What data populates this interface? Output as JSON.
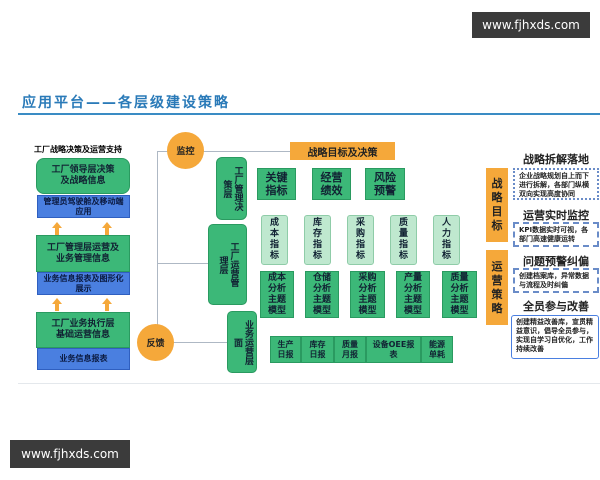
{
  "watermark_top": "www.fjhxds.com",
  "watermark_bottom": "www.fjhxds.com",
  "title": "应用平台——各层级建设策略",
  "left": {
    "header": "工厂战略决策及运营支持",
    "boxes": [
      {
        "green": "工厂领导层决策及战略信息",
        "blue": "管理员驾驶舱及移动端应用"
      },
      {
        "green": "工厂管理层运营及业务管理信息",
        "blue": "业务信息报表及图形化展示"
      },
      {
        "green": "工厂业务执行层基础运营信息",
        "blue": "业务信息报表"
      }
    ]
  },
  "circles": {
    "monitor": "监控",
    "feedback": "反馈"
  },
  "center": {
    "header": "战略目标及决策",
    "layers": [
      "工厂管理决策层",
      "工厂运营管理层",
      "业务运营层面"
    ],
    "top_boxes": [
      "关键指标",
      "经营绩效",
      "风险预警"
    ],
    "indicators": [
      "成本指标",
      "库存指标",
      "采购指标",
      "质量指标",
      "人力指标"
    ],
    "models": [
      "成本分析主题模型",
      "仓储分析主题模型",
      "采购分析主题模型",
      "产量分析主题模型",
      "质量分析主题模型"
    ],
    "reports": [
      "生产日报",
      "库存日报",
      "质量月报",
      "设备OEE报表",
      "能源单耗"
    ]
  },
  "right": {
    "tags": [
      "战略目标",
      "运营策略"
    ],
    "items": [
      {
        "title": "战略拆解落地",
        "text": "企业战略规划自上而下进行拆解，各部门纵横双向实现高度协同"
      },
      {
        "title": "运营实时监控",
        "text": "KPI数据实时可视，各部门高速健康运转"
      },
      {
        "title": "问题预警纠偏",
        "text": "创建档案库，异常数据与流程及时纠偏"
      },
      {
        "title": "全员参与改善",
        "text": "创建精益改善库，宣贯精益意识，倡导全员参与，实现自学习自优化，工作持续改善"
      }
    ]
  }
}
